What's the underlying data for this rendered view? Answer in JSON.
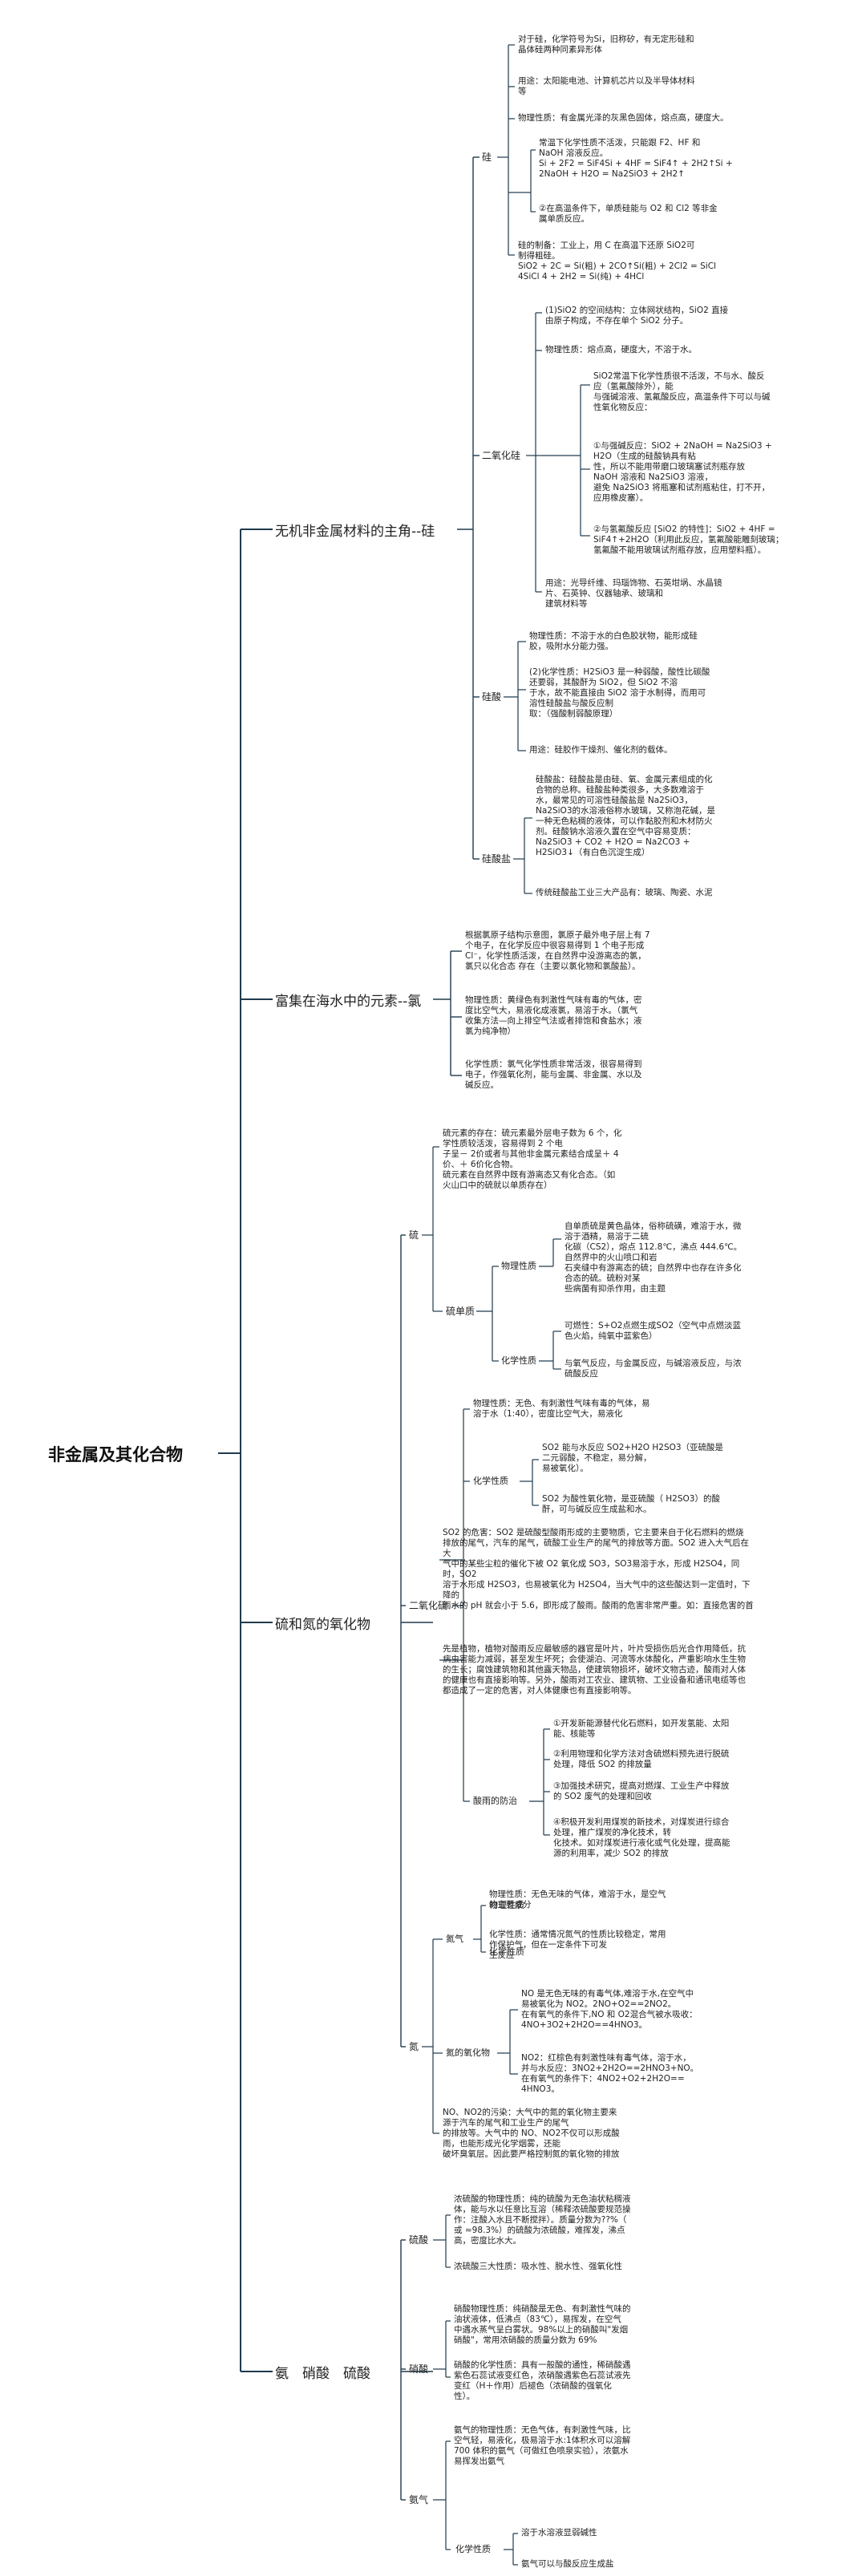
{
  "root": "非金属及其化合物",
  "sections": {
    "si": "无机非金属材料的主角--硅",
    "cl": "富集在海水中的元素--氯",
    "sn": "硫和氮的氧化物",
    "acid": "氨　硝酸　硫酸"
  },
  "nodes": {
    "gui": "硅",
    "er": "二氧化硅",
    "gs": "硅酸",
    "gsy": "硅酸盐",
    "liu": "硫",
    "lds": "硫单质",
    "wlxz": "物理性质",
    "hxxz": "化学性质",
    "so2": "二氧化硫",
    "so2hx": "化学性质",
    "fzfz": "酸雨的防治",
    "dan": "氮",
    "dq": "氮气",
    "dqwl": "物理性质",
    "dqhx": "化学性质",
    "dyh": "氮的氧化物",
    "ls": "硫酸",
    "xs": "硝酸",
    "aq": "氨气",
    "aqhx": "化学性质"
  },
  "text": {
    "g1": [
      "对于硅，化学符号为Si，旧称矽，有无定形硅和",
      "晶体硅两种同素异形体"
    ],
    "g2": [
      "用途：太阳能电池、计算机芯片以及半导体材料",
      "等"
    ],
    "g3": [
      "物理性质：有金属光泽的灰黑色固体，熔点高，硬度大。"
    ],
    "g4": [
      "常温下化学性质不活泼，只能跟 F2、HF 和",
      "NaOH 溶液反应。",
      "Si + 2F2 = SiF4Si + 4HF = SiF4↑ + 2H2↑Si +",
      "2NaOH + H2O = Na2SiO3 + 2H2↑"
    ],
    "g5": [
      "②在高温条件下，单质硅能与 O2 和 Cl2 等非金",
      "属单质反应。"
    ],
    "g6": [
      "硅的制备：工业上，用 C 在高温下还原 SiO2可",
      "制得粗硅。",
      "SiO2 + 2C = Si(粗) + 2CO↑Si(粗) + 2Cl2 = SiCl",
      "4SiCl 4 + 2H2 = Si(纯) + 4HCl"
    ],
    "e1": [
      "(1)SiO2 的空间结构：立体网状结构，SiO2 直接",
      "由原子构成，不存在单个 SiO2 分子。"
    ],
    "e2": [
      "物理性质：熔点高，硬度大，不溶于水。"
    ],
    "e3": [
      "SiO2常温下化学性质很不活泼，不与水、酸反",
      "应（氢氟酸除外），能",
      "与强碱溶液、氢氟酸反应，高温条件下可以与碱",
      "性氧化物反应："
    ],
    "e4": [
      "①与强碱反应：SiO2 + 2NaOH = Na2SiO3 +",
      "H2O（生成的硅酸钠具有粘",
      "性，所以不能用带磨口玻璃塞试剂瓶存放",
      "NaOH 溶液和 Na2SiO3 溶液，",
      "避免 Na2SiO3 将瓶塞和试剂瓶粘住，打不开，",
      "应用橡皮塞）。"
    ],
    "e5": [
      "②与氢氟酸反应 [SiO2 的特性]：SiO2 + 4HF =",
      "SiF4↑+2H2O（利用此反应，氢氟酸能雕刻玻璃；",
      "氢氟酸不能用玻璃试剂瓶存放，应用塑料瓶）。"
    ],
    "e6": [
      "用途：光导纤维、玛瑙饰物、石英坩埚、水晶镜",
      "片、石英钟、仪器轴承、玻璃和",
      "建筑材料等"
    ],
    "s1": [
      "物理性质：不溶于水的白色胶状物，能形成硅",
      "胶，吸附水分能力强。"
    ],
    "s2": [
      "(2)化学性质：H2SiO3 是一种弱酸，酸性比碳酸",
      "还要弱，其酸酐为 SiO2，但 SiO2 不溶",
      "于水，故不能直接由 SiO2 溶于水制得，而用可",
      "溶性硅酸盐与酸反应制",
      "取：（强酸制弱酸原理）"
    ],
    "s3": [
      "用途：硅胶作干燥剂、催化剂的载体。"
    ],
    "y1": [
      "硅酸盐：硅酸盐是由硅、氧、金属元素组成的化",
      "合物的总称。硅酸盐种类很多，大多数难溶于",
      "水，最常见的可溶性硅酸盐是 Na2SiO3，",
      "Na2SiO3的水溶液俗称水玻璃，又称泡花碱，是",
      "一种无色粘稠的液体，可以作黏胶剂和木材防火",
      "剂。硅酸钠水溶液久置在空气中容易变质：",
      "Na2SiO3 + CO2 + H2O = Na2CO3 +",
      "H2SiO3↓（有白色沉淀生成）"
    ],
    "y2": [
      "传统硅酸盐工业三大产品有：玻璃、陶瓷、水泥"
    ],
    "c1": [
      "根据氯原子结构示意图，氯原子最外电子层上有 7",
      "个电子，在化学反应中很容易得到 1 个电子形成",
      "Cl⁻，化学性质活泼，在自然界中没游离态的氯，",
      "氯只以化合态 存在（主要以氯化物和氯酸盐）。"
    ],
    "c2": [
      "物理性质：黄绿色有刺激性气味有毒的气体，密",
      "度比空气大，易液化成液氯，易溶于水。（氯气",
      "收集方法—向上排空气法或者排饱和食盐水；液",
      "氯为纯净物）"
    ],
    "c3": [
      "化学性质：氯气化学性质非常活泼，很容易得到",
      "电子，作强氧化剂，能与金属、非金属、水以及",
      "碱反应。"
    ],
    "l1": [
      "硫元素的存在：硫元素最外层电子数为 6 个，化",
      "学性质较活泼，容易得到 2 个电",
      "子呈－ 2价或者与其他非金属元素结合成呈＋ 4",
      "价、＋ 6价化合物。",
      "硫元素在自然界中既有游离态又有化合态。（如",
      "火山口中的硫就以单质存在）"
    ],
    "l2": [
      "自单质硫是黄色晶体，俗称硫磺，难溶于水，微",
      "溶于酒精，易溶于二硫",
      "化碳（CS2），熔点 112.8℃，沸点 444.6℃。",
      "自然界中的火山喷口和岩",
      "石夹缝中有游离态的硫；自然界中也存在许多化",
      "合态的硫。硫粉对某",
      "些病菌有抑杀作用，由主题"
    ],
    "l3": [
      "可燃性：S+O2点燃生成SO2（空气中点燃淡蓝",
      "色火焰，纯氧中蓝紫色）"
    ],
    "l4": [
      "与氧气反应，与金属反应，与碱溶液反应，与浓",
      "硫酸反应"
    ],
    "o1": [
      "物理性质：无色、有刺激性气味有毒的气体，易",
      "溶于水（1:40），密度比空气大，易液化"
    ],
    "o2": [
      "SO2 能与水反应 SO2+H2O H2SO3（亚硫酸是",
      "二元弱酸，不稳定，易分解，",
      "易被氧化）。"
    ],
    "o3": [
      "SO2 为酸性氧化物，是亚硫酸（ H2SO3）的酸",
      "酐，可与碱反应生成盐和水。"
    ],
    "o4": [
      "SO2 的危害：SO2 是硫酸型酸雨形成的主要物质，它主要来自于化石燃料的燃烧",
      "排放的尾气，汽车的尾气，硫酸工业生产的尾气的排放等方面。SO2 进入大气后在",
      "大",
      "气中的某些尘粒的催化下被 O2 氧化成 SO3，SO3易溶于水，形成 H2SO4，同",
      "时，SO2",
      "溶于水形成 H2SO3，也易被氧化为 H2SO4，当大气中的这些酸达到一定值时，下",
      "降的",
      "雨水的 pH 就会小于 5.6，即形成了酸雨。酸雨的危害非常严重。如：直接危害的首"
    ],
    "o5": [
      "先是植物，植物对酸雨反应最敏感的器官是叶片，叶片受损伤后光合作用降低，抗",
      "病虫害能力减弱，甚至发生坏死；会使湖泊、河流等水体酸化，严重影响水生生物",
      "的生长；腐蚀建筑物和其他露天物品，使建筑物损坏，破坏文物古迹，酸雨对人体",
      "的健康也有直接影响等。另外，酸雨对工农业、建筑物、工业设备和通讯电缆等也",
      "都造成了一定的危害，对人体健康也有直接影响等。"
    ],
    "p1": [
      "①开发新能源替代化石燃料，如开发氢能、太阳",
      "能、核能等"
    ],
    "p2": [
      "②利用物理和化学方法对含硫燃料预先进行脱硫",
      "处理，降低 SO2 的排放量"
    ],
    "p3": [
      "③加强技术研究，提高对燃煤、工业生产中释放",
      "的 SO2 废气的处理和回收"
    ],
    "p4": [
      "④积极开发利用煤炭的新技术，对煤炭进行综合",
      "处理，推广煤炭的净化技术，转",
      "化技术。如对煤炭进行液化或气化处理，提高能",
      "源的利用率，减少 SO2 的排放"
    ],
    "n1": [
      "物理性质：无色无味的气体，难溶于水，是空气",
      "的主要成分"
    ],
    "n2": [
      "化学性质：通常情况氮气的性质比较稳定，常用",
      "作保护气，但在一定条件下可发",
      "生反应"
    ],
    "n3": [
      "NO 是无色无味的有毒气体,难溶于水,在空气中",
      "易被氧化为 NO2。2NO+O2==2NO2。",
      "在有氧气的条件下,NO 和 O2混合气被水吸收：",
      "4NO+3O2+2H2O==4HNO3。"
    ],
    "n4": [
      "NO2：红棕色有刺激性味有毒气体，溶于水，",
      "并与水反应：3NO2+2H2O==2HNO3+NO。",
      "在有氧气的条件下：4NO2+O2+2H2O==",
      "4HNO3。"
    ],
    "n5": [
      "NO、NO2的污染：大气中的氮的氧化物主要来",
      "源于汽车的尾气和工业生产的尾气",
      "的排放等。大气中的 NO、NO2不仅可以形成酸",
      "雨，也能形成光化学烟雾，还能",
      "破坏臭氧层。因此要严格控制氮的氧化物的排放"
    ],
    "a1": [
      "浓硫酸的物理性质：纯的硫酸为无色油状粘稠液",
      "体，能与水以任意比互溶（稀释浓硫酸要规范操",
      "作：注酸入水且不断搅拌）。质量分数为??%（",
      "或 ≈98.3%）的硫酸为浓硫酸，难挥发，沸点",
      "高，密度比水大。"
    ],
    "a2": [
      "浓硫酸三大性质：吸水性、脱水性、强氧化性"
    ],
    "a3": [
      "硝酸物理性质：纯硝酸是无色、有刺激性气味的",
      "油状液体，低沸点（83℃），易挥发，在空气",
      "中遇水蒸气呈白雾状。98%以上的硝酸叫\"发烟",
      "硝酸\"，常用浓硝酸的质量分数为 69%"
    ],
    "a4": [
      "硝酸的化学性质：具有一般酸的通性，稀硝酸遇",
      "紫色石蕊试液变红色，浓硝酸遇紫色石蕊试液先",
      "变红（H＋作用）后褪色（浓硝酸的强氧化",
      "性）。"
    ],
    "a5": [
      "氨气的物理性质：无色气体，有刺激性气味，比",
      "空气轻，易液化，极易溶于水:1体积水可以溶解",
      "700 体积的氨气（可做红色喷泉实验），浓氨水",
      "易挥发出氨气"
    ],
    "a6": [
      "溶于水溶液显弱碱性"
    ],
    "a7": [
      "氨气可以与酸反应生成盐"
    ]
  }
}
